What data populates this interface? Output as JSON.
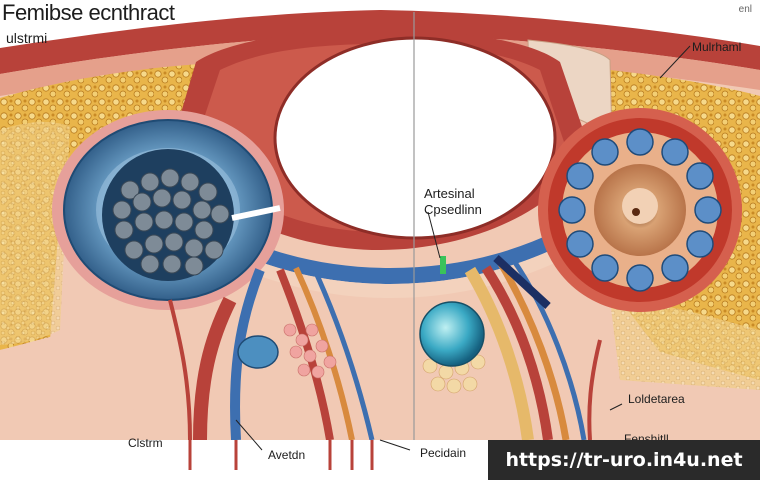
{
  "title": "Femibse ecnthract",
  "subtitle": "ulstrmi",
  "corner_mark": "enl",
  "labels": {
    "top_right": "Mulrhaml",
    "center_line1": "Artesinal",
    "center_line2": "Cpsedlinn",
    "right_lower": "Loldetarea",
    "right_bottom": "Fenshitll",
    "bottom_left": "Clstrm",
    "bottom_middle": "Avetdn",
    "bottom_right": "Pecidain"
  },
  "watermark_url": "https://tr-uro.in4u.net",
  "colors": {
    "tissue_red": "#b8423a",
    "tissue_pink": "#f1c9b4",
    "fat_yellow": "#e9b54a",
    "cyst_blue": "#5c92b8",
    "vessel_blue": "#3d6fb0"
  }
}
